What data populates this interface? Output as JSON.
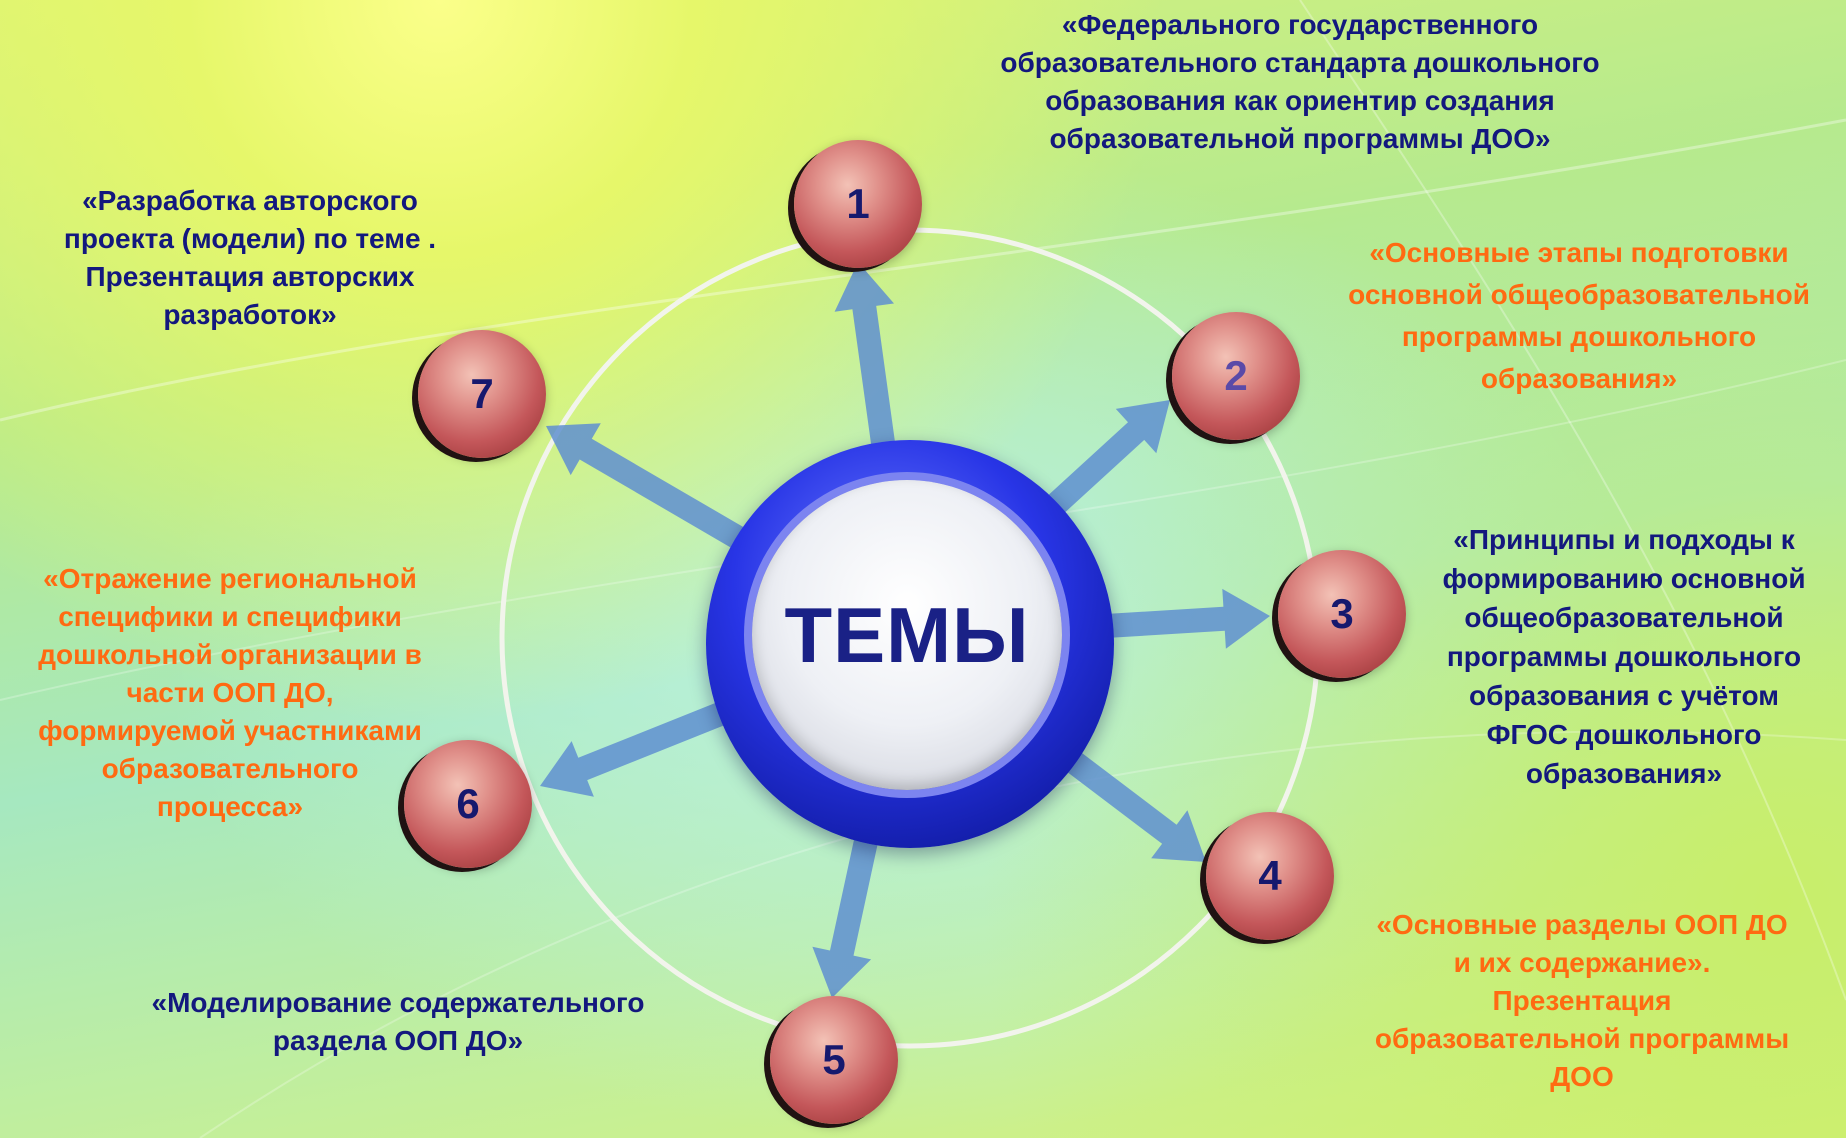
{
  "center": {
    "label": "ТЕМЫ"
  },
  "nodes": [
    {
      "number": "1",
      "text": "«Федерального государственного\nобразовательного стандарта дошкольного\nобразования как ориентир создания\nобразовательной программы ДОО»",
      "color": "#13187e"
    },
    {
      "number": "2",
      "text": "«Основные этапы подготовки\nосновной общеобразовательной\nпрограммы дошкольного\nобразования»",
      "color": "#ff6a12"
    },
    {
      "number": "3",
      "text": "«Принципы и подходы к\nформированию основной\nобщеобразовательной\nпрограммы дошкольного\nобразования с учётом\nФГОС дошкольного\nобразования»",
      "color": "#13187e"
    },
    {
      "number": "4",
      "text": "«Основные разделы ООП ДО\nи их содержание».\nПрезентация\nобразовательной программы\nДОО",
      "color": "#ff6a12"
    },
    {
      "number": "5",
      "text": "«Моделирование содержательного\nраздела ООП ДО»",
      "color": "#13187e"
    },
    {
      "number": "6",
      "text": "«Отражение региональной\nспецифики и специфики\nдошкольной организации в\nчасти ООП ДО,\nформируемой участниками\nобразовательного\nпроцесса»",
      "color": "#ff6a12"
    },
    {
      "number": "7",
      "text": "«Разработка  авторского\nпроекта (модели) по теме .\nПрезентация авторских\nразработок»",
      "color": "#13187e"
    }
  ]
}
